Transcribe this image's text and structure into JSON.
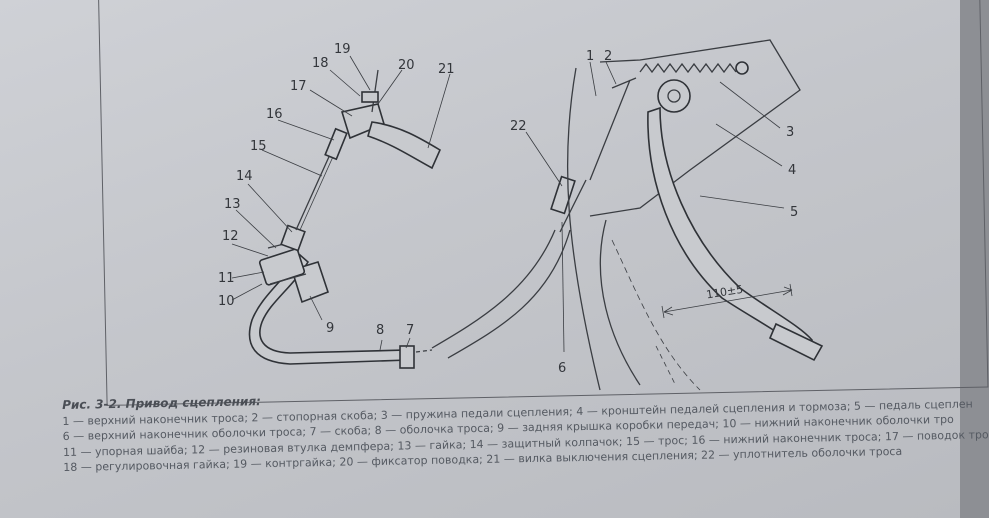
{
  "figure": {
    "callouts": {
      "c1": "1",
      "c2": "2",
      "c3": "3",
      "c4": "4",
      "c5": "5",
      "c6": "6",
      "c7": "7",
      "c8": "8",
      "c9": "9",
      "c10": "10",
      "c11": "11",
      "c12": "12",
      "c13": "13",
      "c14": "14",
      "c15": "15",
      "c16": "16",
      "c17": "17",
      "c18": "18",
      "c19": "19",
      "c20": "20",
      "c21": "21",
      "c22": "22"
    },
    "dimension": "110±5"
  },
  "caption": {
    "title": "Рис. 3-2. Привод сцепления:",
    "lines": [
      "1 — верхний наконечник троса; 2 — стопорная скоба; 3 — пружина педали сцепления; 4 — кронштейн педалей сцепления и тормоза; 5 — педаль сцеплен",
      "6 — верхний наконечник оболочки троса; 7 — скоба; 8 — оболочка троса; 9 — задняя крышка коробки передач; 10 — нижний наконечник оболочки тро",
      "11 — упорная шайба; 12 — резиновая втулка демпфера; 13 — гайка; 14 — защитный колпачок; 15 — трос; 16 — нижний наконечник троса; 17 — поводок тро",
      "18 — регулировочная гайка; 19 — контргайка; 20 — фиксатор поводка; 21 — вилка выключения сцепления; 22 — уплотнитель оболочки троса"
    ]
  }
}
